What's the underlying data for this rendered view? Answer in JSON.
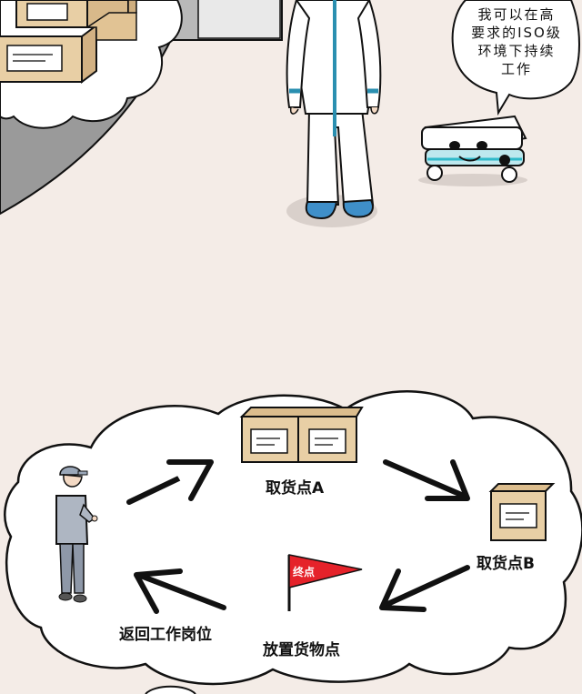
{
  "speech_bubble": {
    "lines": [
      "我可以在高",
      "要求的ISO级",
      "环境下持续",
      "工作"
    ]
  },
  "workflow": {
    "pickup_a": "取货点A",
    "pickup_b": "取货点B",
    "drop_off": "放置货物点",
    "return": "返回工作岗位",
    "flag_label": "终点"
  },
  "colors": {
    "background": "#f4ece7",
    "suit_stripe": "#2a8fb0",
    "shoe_cover": "#3f8fc9",
    "flag": "#e5222a",
    "box": "#e8cfa5"
  }
}
